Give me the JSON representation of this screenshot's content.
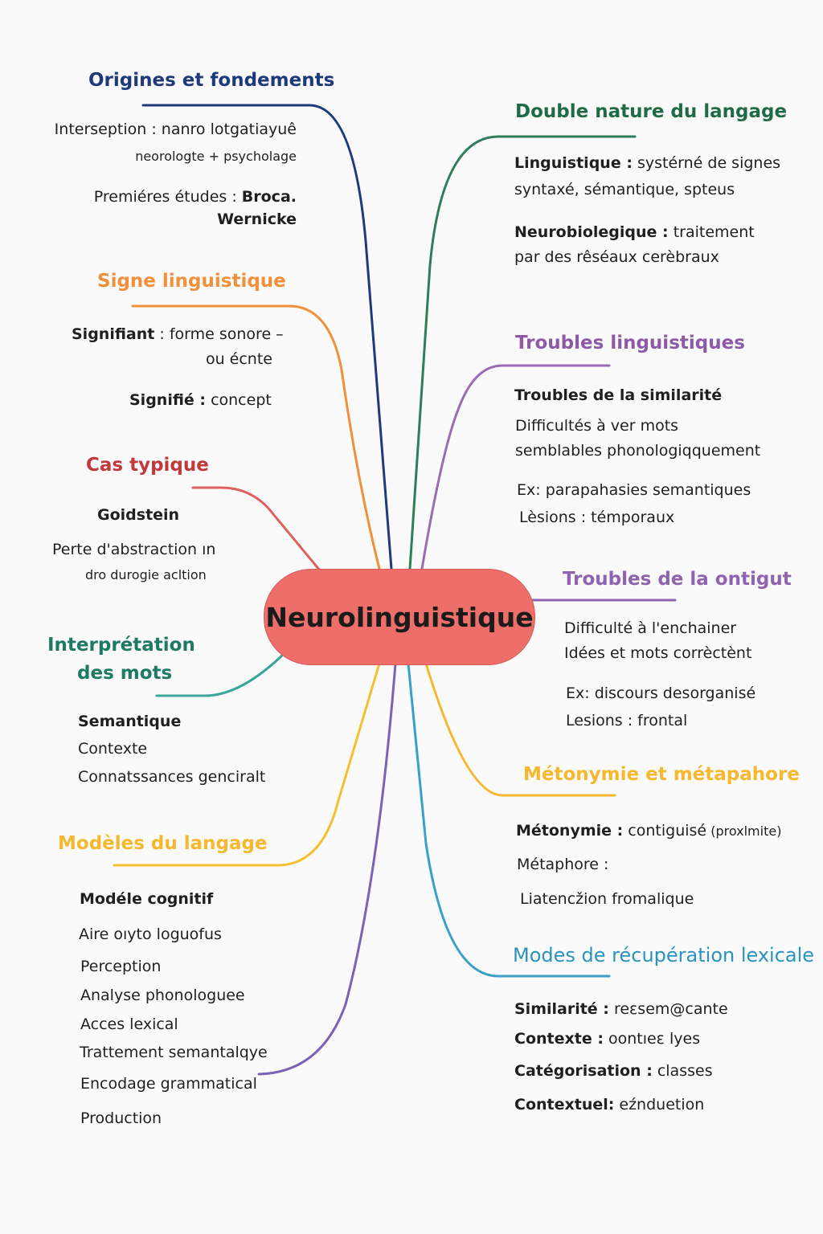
{
  "center": "Neurolinguistique",
  "colors": {
    "navy": "#1f3a7a",
    "green": "#2e7d5b",
    "orange": "#f0903a",
    "purple": "#8e63b0",
    "red": "#e06060",
    "teal": "#3aa59a",
    "yellow": "#f5b82e",
    "blue": "#3aa0c8",
    "violet": "#7a62b5",
    "center": "#ee6e6a"
  },
  "origines": {
    "title": "Origines et fondements",
    "l1a": "Interseption :",
    "l1b": " nanro lotgatiayuê",
    "l2": "neorologte + psycholage",
    "l3a": "Premiéres études : ",
    "l3b": "Broca.",
    "l4": "Wernicke"
  },
  "signe": {
    "title": "Signe linguistique",
    "l1a": "Signifiant",
    "l1b": " : forme sonore –",
    "l2": "ou écnte",
    "l3a": "Signifié :",
    "l3b": "  concept"
  },
  "cas": {
    "title": "Cas typique",
    "l1": "Goidstein",
    "l2": "Perte d'abstraction ın",
    "l3": "dro durogie acltion"
  },
  "interp": {
    "title1": "Interprétation",
    "title2": "des mots",
    "items": [
      "Semantique",
      "Contexte",
      "Connatssances genciralt"
    ]
  },
  "modeles": {
    "title": "Modèles du langage",
    "sub": "Modéle cognitif",
    "items": [
      "Aire oıyto loguofus",
      "Perception",
      "Analyse phonologuee",
      "Acces lexical",
      "Trattement semantalqye",
      "Encodage grammatical",
      "Production"
    ]
  },
  "double": {
    "title": "Double nature du langage",
    "l1a": "Linguistique :",
    "l1b": " systérné de signes",
    "l2": "syntaxé, sémantique, spteus",
    "l3a": "Neurobiolegique :",
    "l3b": " traitement",
    "l4": "par des rêséaux cerèbraux"
  },
  "troubles": {
    "title": "Troubles linguistiques",
    "sub": "Troubles de la similarité",
    "l1": "Difficultés à ver mots",
    "l2": "semblables phonologiqquement",
    "l3": "Ex: parapahasies semantiques",
    "l4": "Lèsions : témporaux"
  },
  "ontigut": {
    "title": "Troubles de la ontigut",
    "l1": "Difficulté à l'enchainer",
    "l2": "Idées et mots corrèctènt",
    "l3": "Ex: discours desorganisé",
    "l4": "Lesions : frontal"
  },
  "metonymie": {
    "title": "Métonymie et métapahore",
    "l1a": "Métonymie :",
    "l1b": " contiguisé",
    "l1c": " (proxlmite)",
    "l2": "Métaphore :",
    "l3": "Liatencžion fromalique"
  },
  "modes": {
    "title": "Modes de récupération lexicale",
    "items": [
      {
        "k": "Similarité :",
        "v": " reεsem@cante"
      },
      {
        "k": "Contexte :",
        "v": " oontıeε lyes"
      },
      {
        "k": "Catégorisation :",
        "v": " classes"
      },
      {
        "k": "Contextuel:",
        "v": " eźnduetion"
      }
    ]
  }
}
